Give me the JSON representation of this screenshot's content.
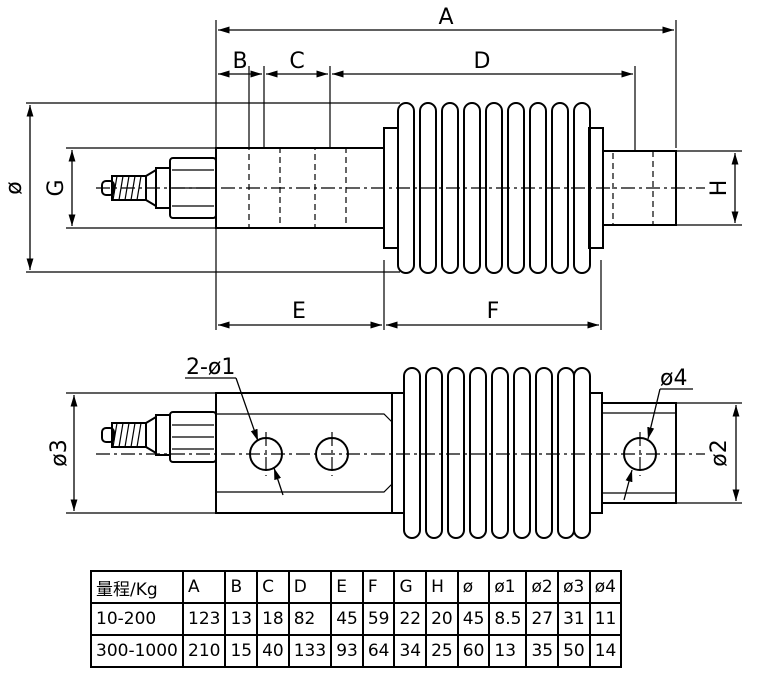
{
  "drawing": {
    "top_view": {
      "labels": {
        "A": "A",
        "B": "B",
        "C": "C",
        "D": "D",
        "E": "E",
        "F": "F",
        "G": "G",
        "H": "H",
        "phi": "ø"
      }
    },
    "side_view": {
      "labels": {
        "phi1": "2-ø1",
        "phi2": "ø2",
        "phi3": "ø3",
        "phi4": "ø4"
      }
    }
  },
  "table": {
    "headers": [
      "量程/Kg",
      "A",
      "B",
      "C",
      "D",
      "E",
      "F",
      "G",
      "H",
      "ø",
      "ø1",
      "ø2",
      "ø3",
      "ø4"
    ],
    "rows": [
      [
        "10-200",
        "123",
        "13",
        "18",
        "82",
        "45",
        "59",
        "22",
        "20",
        "45",
        "8.5",
        "27",
        "31",
        "11"
      ],
      [
        "300-1000",
        "210",
        "15",
        "40",
        "133",
        "93",
        "64",
        "34",
        "25",
        "60",
        "13",
        "35",
        "50",
        "14"
      ]
    ]
  }
}
